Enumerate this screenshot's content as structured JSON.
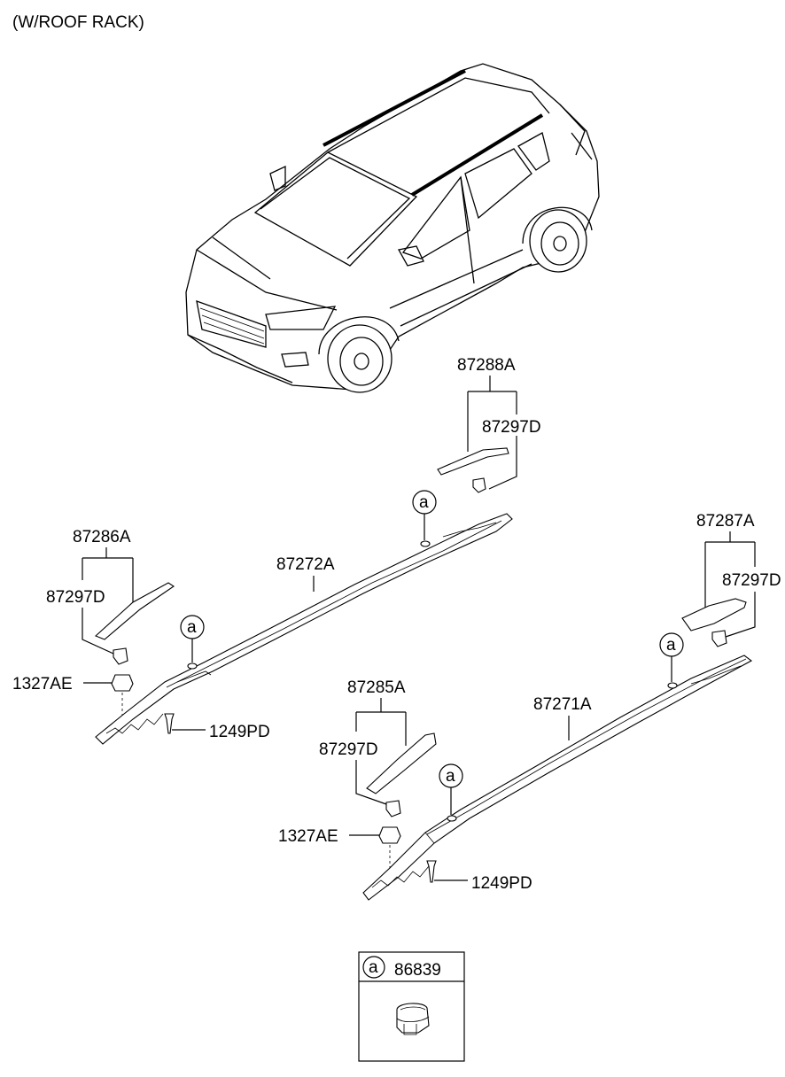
{
  "title": "(W/ROOF RACK)",
  "labels": {
    "p87288A": "87288A",
    "p87297D_top": "87297D",
    "p87286A": "87286A",
    "p87297D_left": "87297D",
    "p87272A": "87272A",
    "p1327AE_left": "1327AE",
    "p1249PD_left": "1249PD",
    "p87287A": "87287A",
    "p87297D_right": "87297D",
    "p87285A": "87285A",
    "p87297D_mid": "87297D",
    "p87271A": "87271A",
    "p1327AE_mid": "1327AE",
    "p1249PD_mid": "1249PD"
  },
  "callouts": {
    "ref": "a"
  },
  "legend": {
    "ref": "a",
    "part": "86839"
  }
}
